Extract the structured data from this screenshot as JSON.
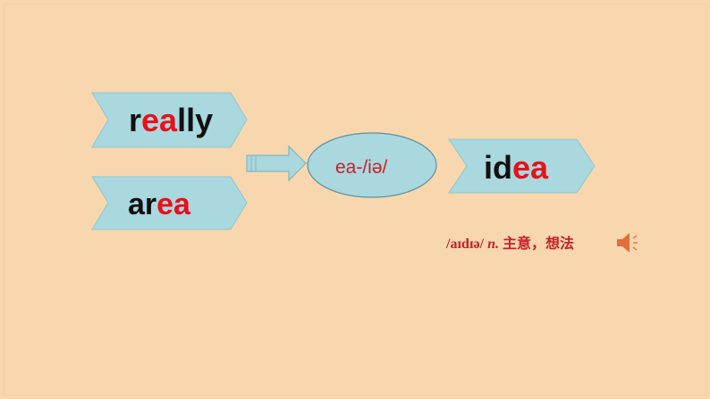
{
  "words": {
    "really": {
      "pre": "r",
      "hl": "ea",
      "post": "lly"
    },
    "area": {
      "pre": "ar",
      "hl": "ea",
      "post": ""
    },
    "idea": {
      "pre": "id",
      "hl": "ea",
      "post": ""
    }
  },
  "sound": {
    "label": "ea-/iə/"
  },
  "definition": {
    "phonetic": "/aɪdɪə/",
    "pos": "n.",
    "meaning": "主意，想法"
  },
  "icons": {
    "arrow": "right-arrow-icon",
    "speaker": "speaker-icon"
  },
  "colors": {
    "background": "#F8D7AE",
    "banner_fill": "#A9D8DE",
    "highlight": "#E8101B",
    "accent_text": "#C8202A",
    "speaker": "#E26F3C"
  }
}
